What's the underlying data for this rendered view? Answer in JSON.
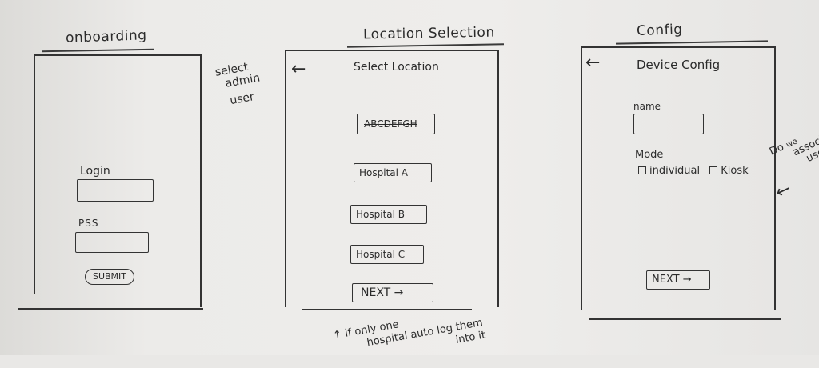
{
  "onboarding": {
    "title": "onboarding",
    "login_label": "Login",
    "pass_label": "PSS",
    "submit_label": "SUBMIT"
  },
  "side_note_1": {
    "line1": "select",
    "line2": "admin",
    "line3": "user"
  },
  "location": {
    "title": "Location Selection",
    "screen_title": "Select Location",
    "back_icon": "left-arrow-icon",
    "items": [
      {
        "label": "ABCDEFGH",
        "struck": true
      },
      {
        "label": "Hospital A"
      },
      {
        "label": "Hospital B"
      },
      {
        "label": "Hospital C"
      }
    ],
    "next_label": "NEXT →",
    "note_line1": "↑ if only one",
    "note_line2": "hospital auto log them",
    "note_line3": "into it"
  },
  "config": {
    "title": "Config",
    "screen_title": "Device Config",
    "back_icon": "left-arrow-icon",
    "name_label": "name",
    "mode_label": "Mode",
    "option_individual": "individual",
    "option_kiosk": "Kiosk",
    "next_label": "NEXT →"
  },
  "side_note_2": {
    "line1": "Do",
    "line2": "we",
    "line3": "associ",
    "line4": "use"
  }
}
